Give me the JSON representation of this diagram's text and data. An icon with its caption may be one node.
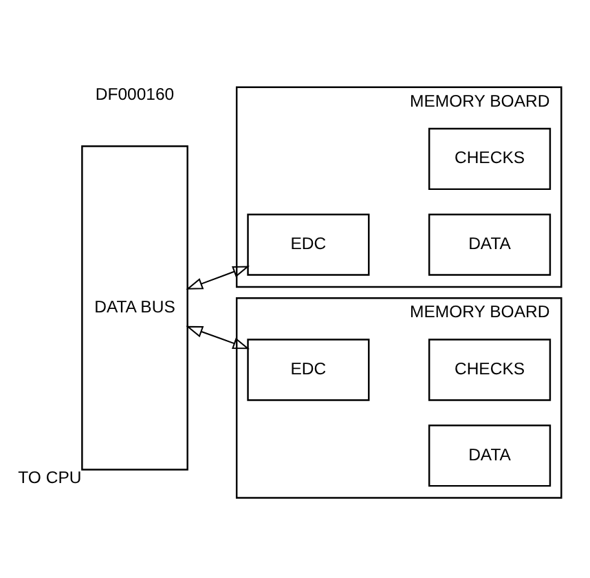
{
  "diagram": {
    "nodes": [
      {
        "text": [
          "DATA BUS"
        ],
        "beside": [
          "TO CPU"
        ]
      },
      {
        "text": [
          "MEMORY BOARD"
        ]
      },
      {
        "text": [
          "EDC"
        ],
        "in": 1
      },
      {
        "text": [
          "DATA"
        ],
        "in": 1
      },
      {
        "text": [
          "CHECKS"
        ],
        "in": 1
      },
      {
        "text": [
          "MEMORY BOARD"
        ]
      },
      {
        "text": [
          "EDC"
        ],
        "in": 5
      },
      {
        "text": [
          "DATA"
        ],
        "in": 5
      },
      {
        "text": [
          "CHECKS"
        ],
        "in": 5
      }
    ],
    "edges": [
      {
        "from": 0,
        "to": 2,
        "arrow": "both"
      },
      {
        "from": 0,
        "to": 6,
        "arrow": "both"
      }
    ],
    "labels": [
      "DF000160"
    ]
  }
}
